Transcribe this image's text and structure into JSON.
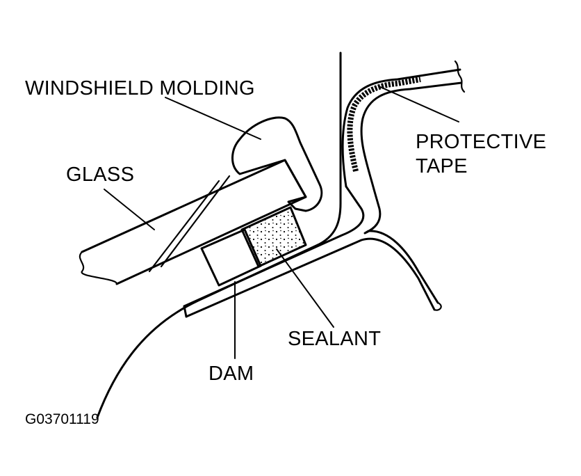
{
  "labels": {
    "windshield_molding": "WINDSHIELD MOLDING",
    "glass": "GLASS",
    "protective_tape_line1": "PROTECTIVE",
    "protective_tape_line2": "TAPE",
    "sealant": "SEALANT",
    "dam": "DAM"
  },
  "figure_code": "G03701119"
}
